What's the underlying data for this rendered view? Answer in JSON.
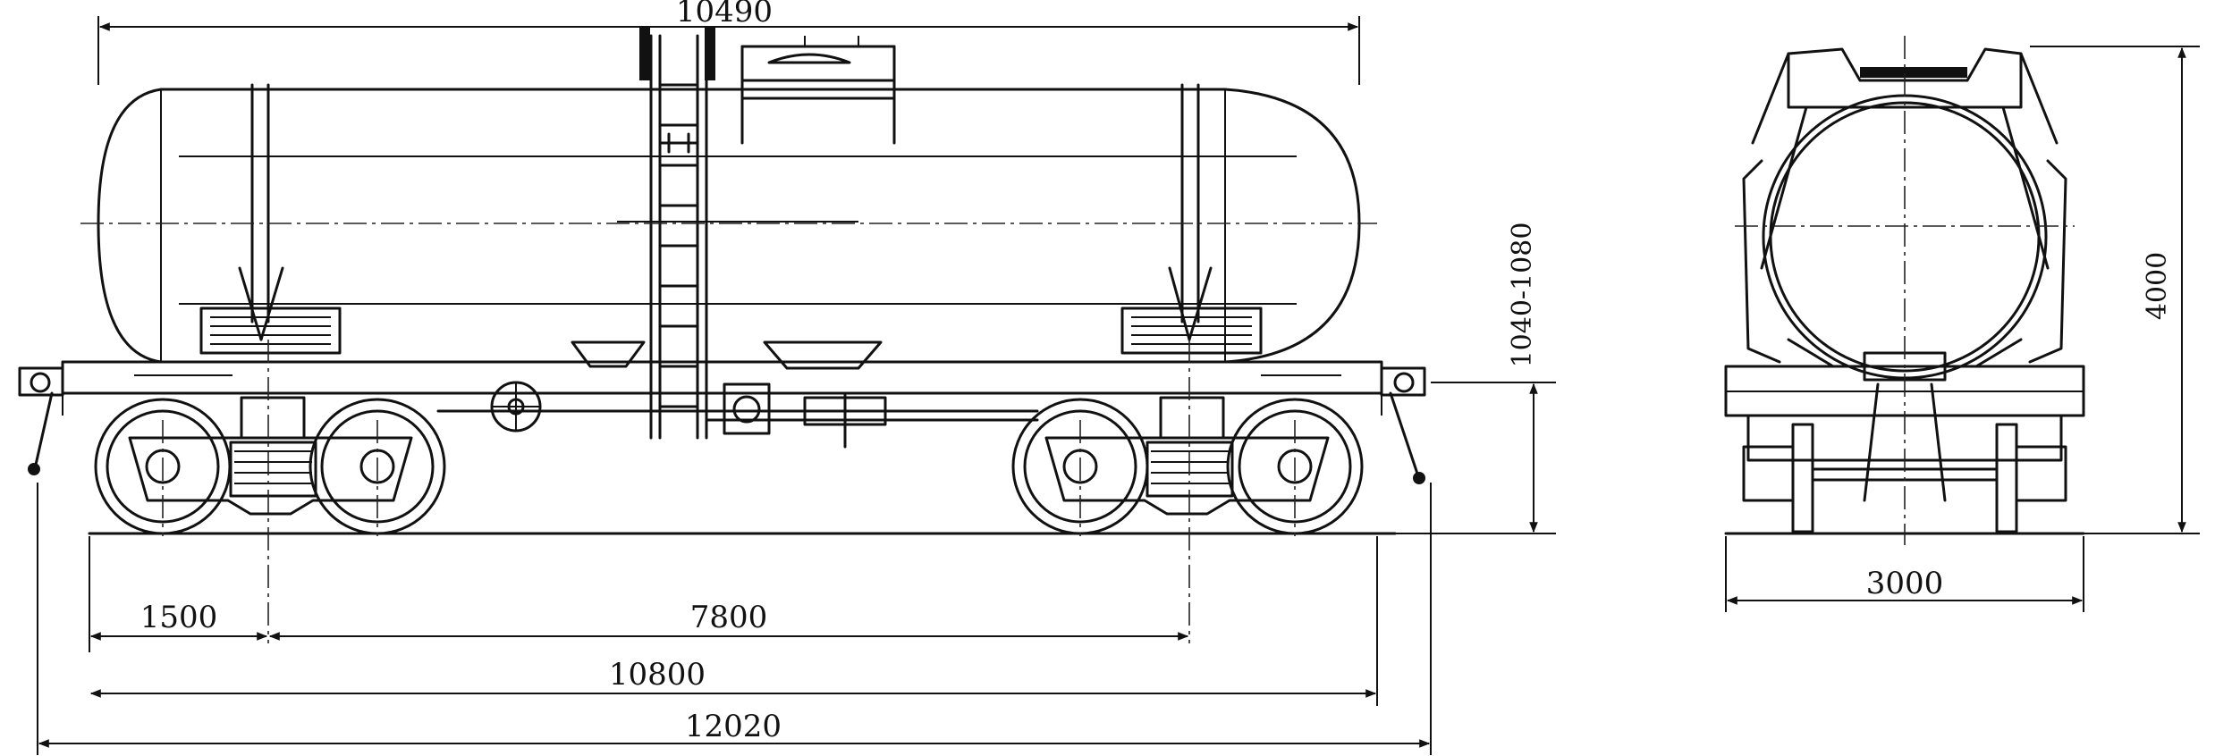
{
  "side_view": {
    "dimensions": {
      "tank_length": "10490",
      "axle_to_buffer": "1500",
      "bogie_centers": "7800",
      "frame_length": "10800",
      "overall_length": "12020",
      "coupler_height": "1040-1080"
    }
  },
  "end_view": {
    "dimensions": {
      "height": "4000",
      "width": "3000"
    }
  }
}
